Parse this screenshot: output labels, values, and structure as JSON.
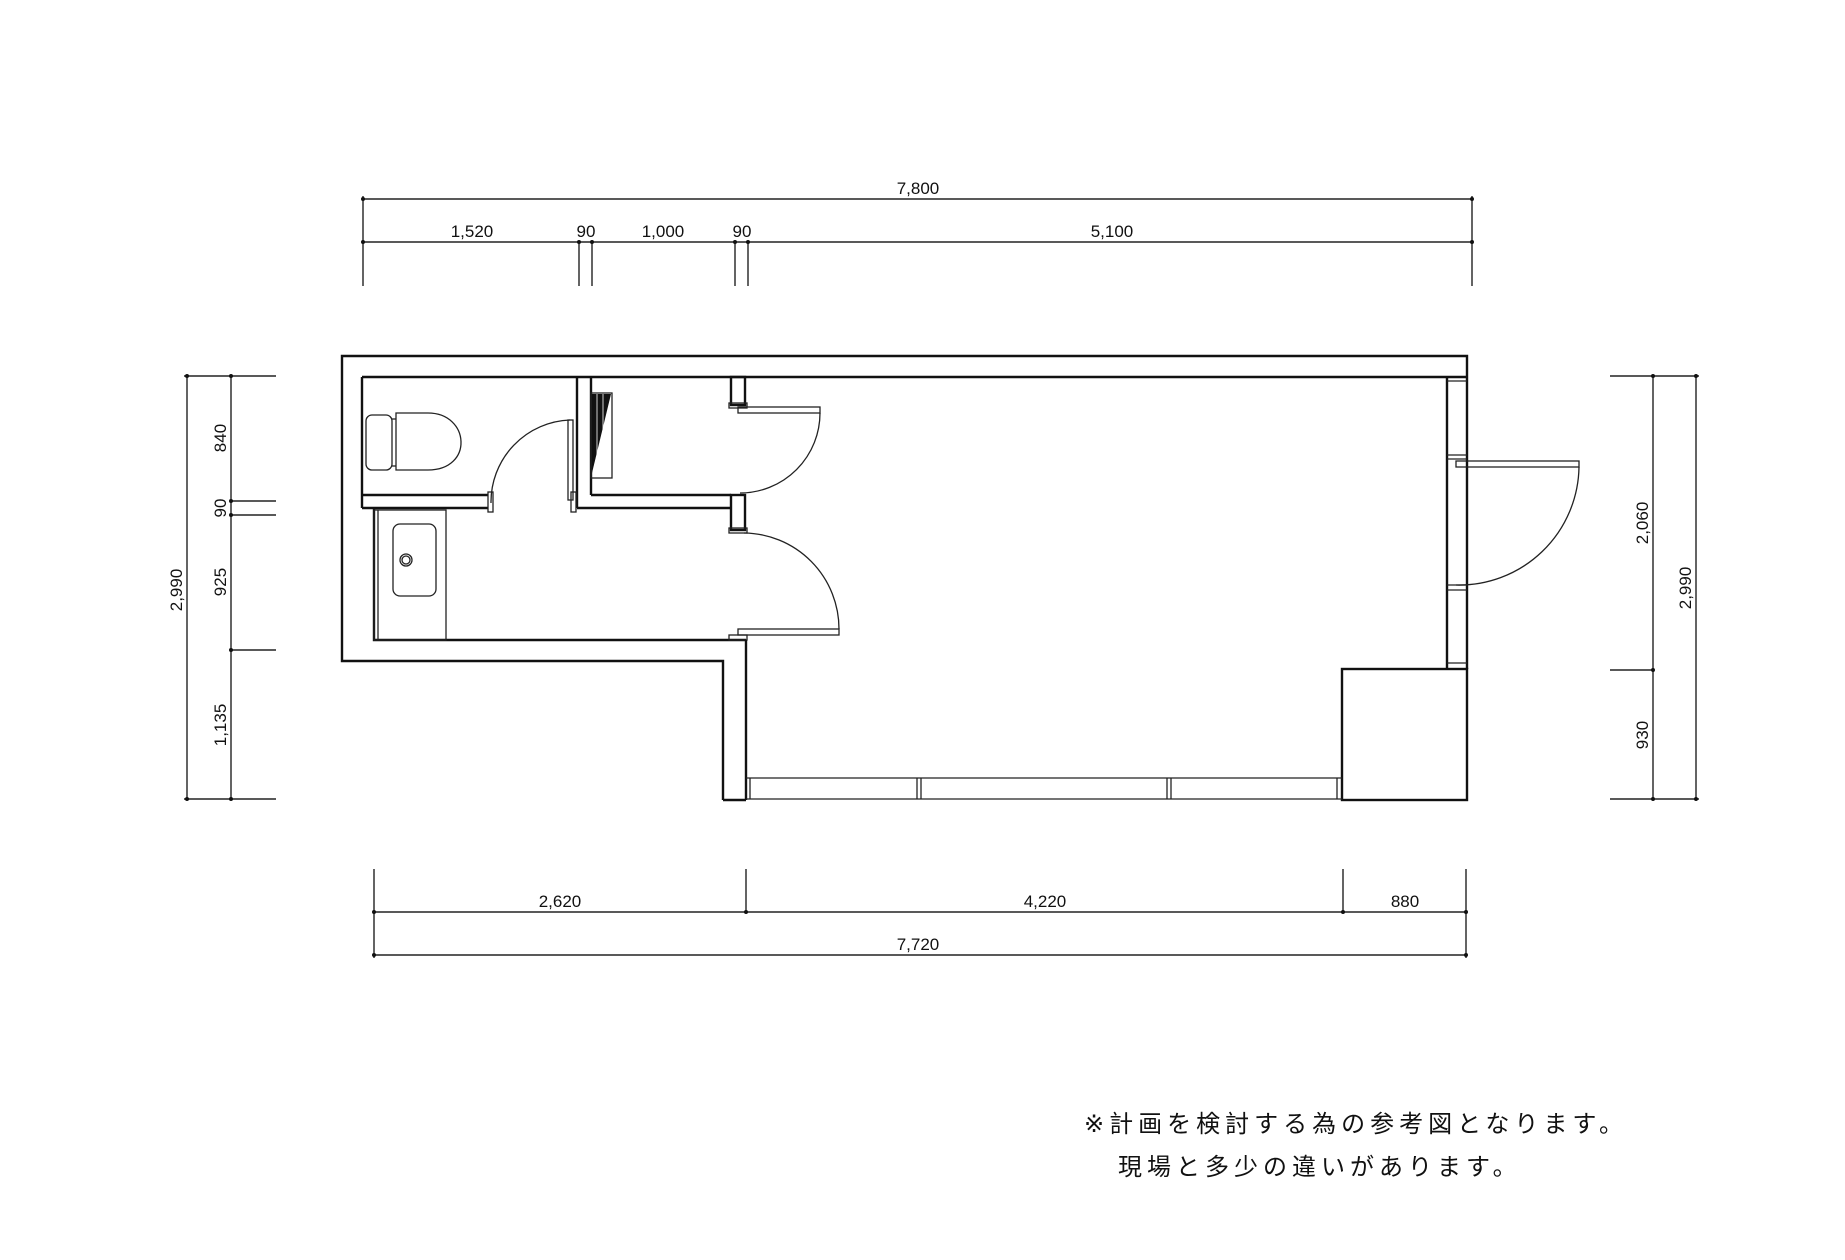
{
  "drawing": {
    "type": "floor-plan",
    "units": "mm",
    "top_dimensions": {
      "overall": "7,800",
      "segments": [
        "1,520",
        "90",
        "1,000",
        "90",
        "5,100"
      ]
    },
    "bottom_dimensions": {
      "overall": "7,720",
      "segments": [
        "2,620",
        "4,220",
        "880"
      ]
    },
    "left_dimensions": {
      "overall": "2,990",
      "segments": [
        "840",
        "90",
        "925",
        "1,135"
      ]
    },
    "right_dimensions": {
      "overall": "2,990",
      "segments": [
        "2,060",
        "930"
      ]
    },
    "fixtures": [
      "toilet",
      "sink-counter",
      "closet-shelf",
      "door-toilet",
      "door-closet",
      "door-entry",
      "door-balcony",
      "window-strip",
      "corner-block"
    ]
  },
  "notes": {
    "line1": "※計画を検討する為の参考図となります。",
    "line2": "現場と多少の違いがあります。"
  }
}
